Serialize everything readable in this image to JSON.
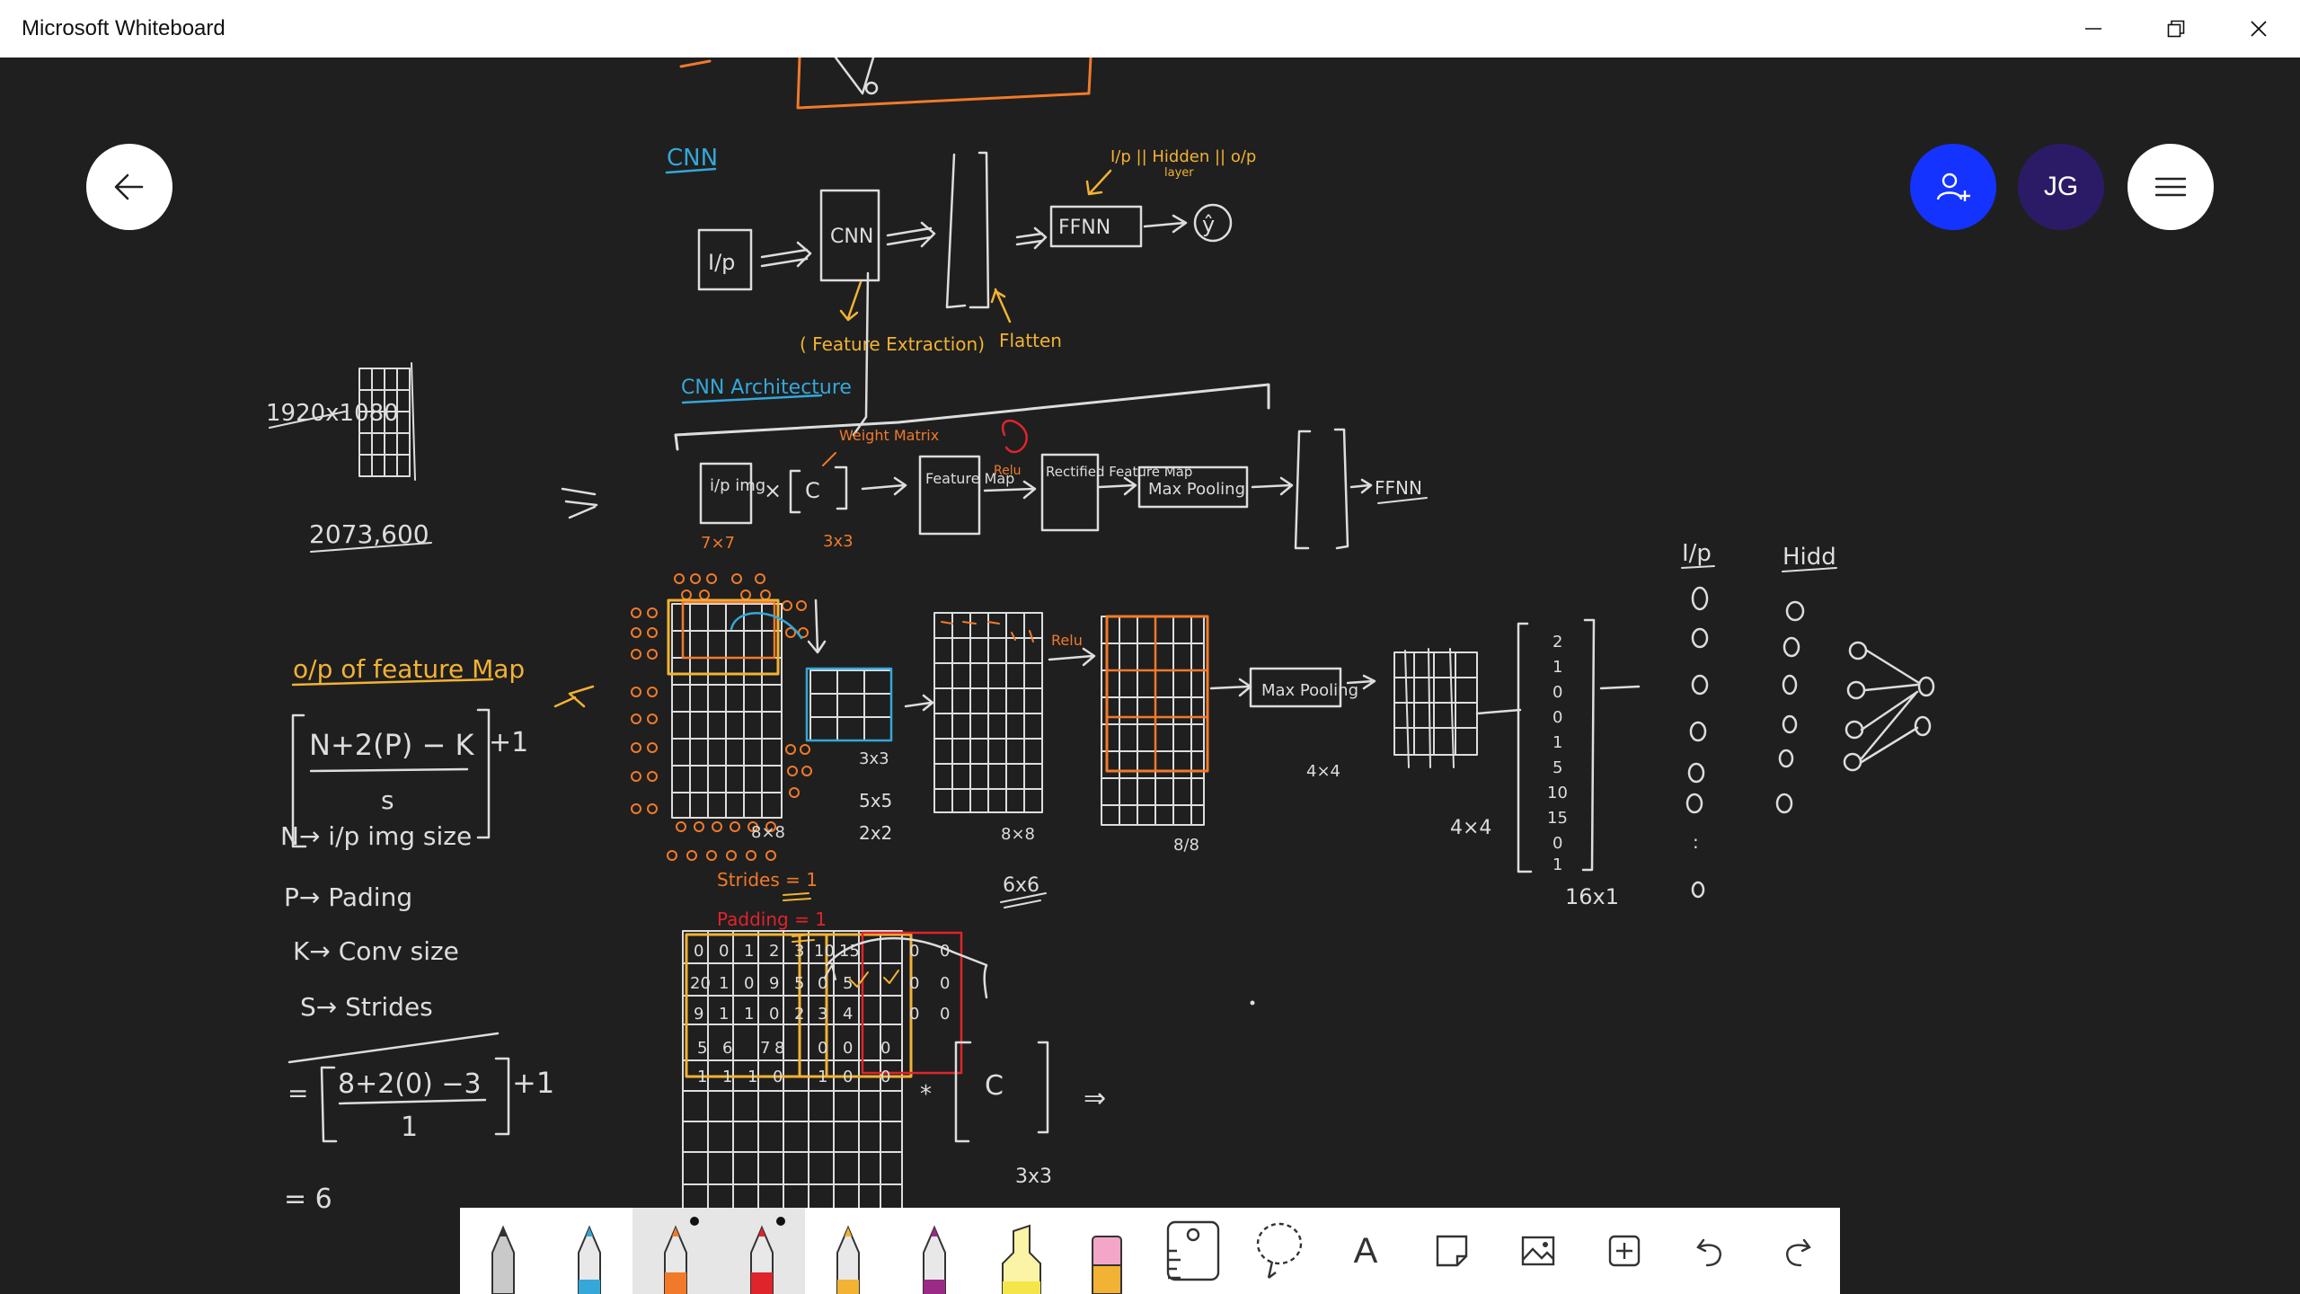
{
  "window": {
    "title": "Microsoft Whiteboard",
    "minimize_glyph": "—",
    "restore_glyph": "❐",
    "close_glyph": "✕"
  },
  "user": {
    "initials": "JG"
  },
  "icons": {
    "back": "arrow-left-icon",
    "invite": "add-person-icon",
    "menu": "hamburger-icon"
  },
  "colors": {
    "invite_button": "#1433ff",
    "avatar": "#2b1b66",
    "canvas": "#1f1f1f",
    "ink_white": "#dddddd",
    "ink_yellow": "#f2b233",
    "ink_orange": "#f07a2a",
    "ink_red": "#e0242b",
    "ink_cyan": "#35a7d8"
  },
  "toolbar": {
    "tools": [
      {
        "name": "pen-silver",
        "color": "#c9c9c9",
        "active": false
      },
      {
        "name": "pen-cyan",
        "color": "#35a7d8",
        "active": false
      },
      {
        "name": "pen-orange",
        "color": "#f07a2a",
        "active": true
      },
      {
        "name": "pen-red",
        "color": "#e0242b",
        "active": true
      },
      {
        "name": "pen-yellow",
        "color": "#f2b233",
        "active": false
      },
      {
        "name": "pen-purple",
        "color": "#9b2a86",
        "active": false
      },
      {
        "name": "highlighter",
        "color": "#f4e64a",
        "active": false
      },
      {
        "name": "eraser",
        "color": "#f3a6c8",
        "active": false
      }
    ],
    "text_glyph": "A"
  },
  "board": {
    "top": {
      "heading": "CNN",
      "box_ip": "I/p",
      "box_cnn": "CNN",
      "box_ffnn": "FFNN",
      "output": "ŷ",
      "note_top": "I/p || Hidden || o/p",
      "note_top_sub": "layer",
      "note_feature": "( Feature Extraction)",
      "note_flatten": "Flatten"
    },
    "left": {
      "res": "1920x1080",
      "pixels": "2073,600",
      "formula_title": "o/p of feature Map",
      "formula_num": "N+2(P) − K",
      "formula_den": "s",
      "plus_one": "+1",
      "def_n": "N→ i/p img size",
      "def_p": "P→ Pading",
      "def_k": "K→ Conv size",
      "def_s": "S→ Strides",
      "calc_num": "8+2(0) −3",
      "calc_den": "1",
      "calc_plus": "+1",
      "eq": "=",
      "result": "= 6"
    },
    "arch": {
      "heading": "CNN Architecture",
      "ip_img": "i/p img",
      "conv": "C",
      "weight": "Weight Matrix",
      "feature_map": "Feature Map",
      "relu": "Relu",
      "rectified": "Rectified Feature Map",
      "max_pooling": "Max Pooling",
      "ffnn": "FFNN",
      "size_77": "7×7",
      "size_33": "3x3"
    },
    "mid": {
      "size_8x8_a": "8×8",
      "k_3x3": "3x3",
      "k_5x5": "5x5",
      "k_2x2": "2x2",
      "fm_8x8": "8×8",
      "fm_6x6": "6x6",
      "relu": "Relu",
      "rect_8x8": "8/8",
      "maxpool": "Max Pooling",
      "mp_4x4": "4×4",
      "out_4x4": "4×4",
      "strides": "Strides = 1",
      "padding": "Padding = 1",
      "vector": [
        "2",
        "1",
        "0",
        "0",
        "1",
        "5",
        "10",
        "15",
        "0",
        "1"
      ],
      "vector_size": "16x1"
    },
    "nn": {
      "ip_label": "I/p",
      "hidden_label": "Hidd"
    },
    "bottom": {
      "grid_rows": [
        [
          "0",
          "0",
          "1",
          "2",
          "3",
          "10",
          "15",
          "0",
          "0"
        ],
        [
          "20",
          "1",
          "0",
          "9",
          "5",
          "0",
          "5",
          "0",
          "0"
        ],
        [
          "9",
          "1",
          "1",
          "0",
          "2",
          "3",
          "4",
          "0",
          "0"
        ],
        [
          "5",
          "6",
          "7",
          "8",
          "0",
          "0",
          "0"
        ],
        [
          "1",
          "1",
          "1",
          "0",
          "1",
          "0",
          "0"
        ]
      ],
      "times": "*",
      "conv": "C",
      "k_size": "3x3",
      "implies": "⇒"
    }
  }
}
